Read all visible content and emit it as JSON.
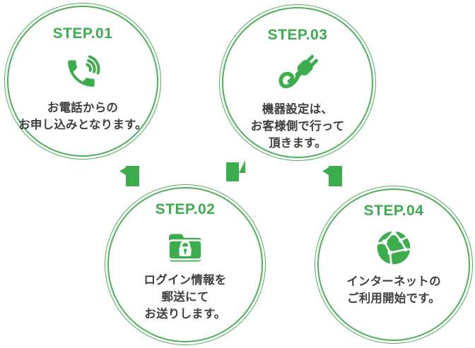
{
  "colors": {
    "green": "#3CAD4C",
    "ring": "#4CB259",
    "text": "#3F3F3F",
    "bg": "#FFFFFF"
  },
  "steps": [
    {
      "label": "STEP.01",
      "icon": "phone-icon",
      "lines": [
        "お電話からの",
        "お申し込みとなります。"
      ]
    },
    {
      "label": "STEP.02",
      "icon": "folder-lock-icon",
      "lines": [
        "ログイン情報を",
        "郵送にて",
        "お送りします。"
      ]
    },
    {
      "label": "STEP.03",
      "icon": "plug-icon",
      "lines": [
        "機器設定は、",
        "お客様側で行って",
        "頂きます。"
      ]
    },
    {
      "label": "STEP.04",
      "icon": "globe-icon",
      "lines": [
        "インターネットの",
        "ご利用開始です。"
      ]
    }
  ]
}
